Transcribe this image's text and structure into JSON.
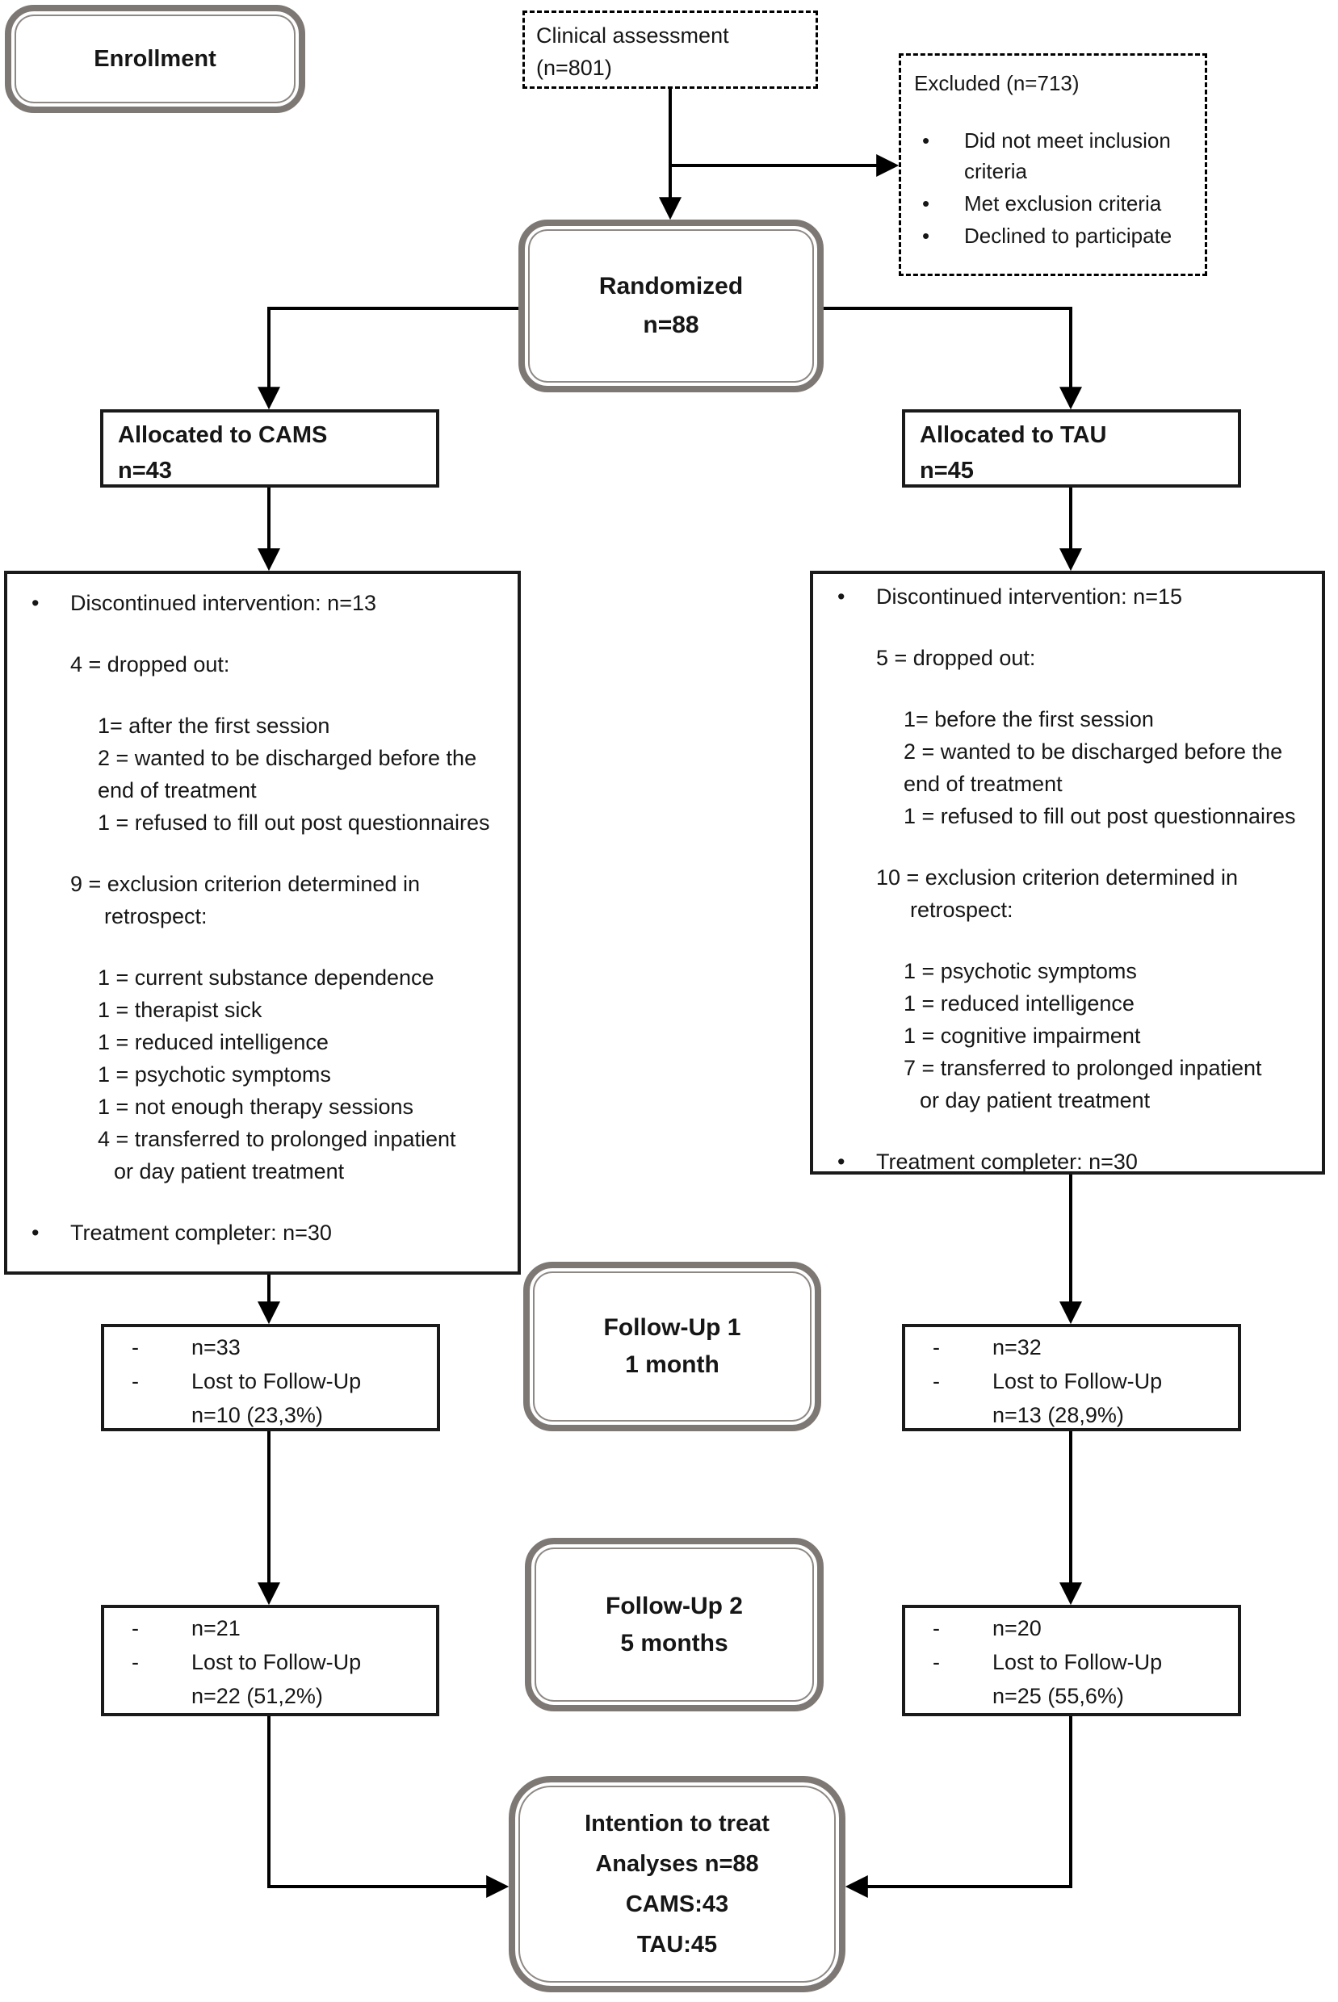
{
  "palette": {
    "connector_line": "#000000",
    "solid_box_border": "#1a1a1a",
    "dashed_box_border": "#000000",
    "rounded_box_border": "#7d7874",
    "background": "#ffffff",
    "text": "#161616"
  },
  "enrollment": {
    "label": "Enrollment"
  },
  "clinical_assessment": {
    "lines": [
      "Clinical assessment",
      "(n=801)"
    ]
  },
  "excluded": {
    "title": "Excluded (n=713)",
    "items": [
      [
        "Did not meet inclusion",
        "criteria"
      ],
      [
        "Met exclusion criteria"
      ],
      [
        "Declined to participate"
      ]
    ]
  },
  "randomized": {
    "lines": [
      "Randomized",
      "n=88"
    ]
  },
  "allocated_cams": {
    "lines": [
      "Allocated to CAMS",
      "n=43"
    ]
  },
  "allocated_tau": {
    "lines": [
      "Allocated to TAU",
      "n=45"
    ]
  },
  "discontinued_cams": {
    "rows": [
      {
        "b": 1,
        "i": 0,
        "t": "Discontinued intervention: n=13"
      },
      {
        "g": 1
      },
      {
        "i": 1,
        "t": "4 = dropped out:"
      },
      {
        "g": 1
      },
      {
        "i": 2,
        "t": "1= after the first session"
      },
      {
        "i": 2,
        "t": "2 = wanted to be discharged before the"
      },
      {
        "i": 2,
        "t": "end of treatment"
      },
      {
        "i": 2,
        "t": "1 = refused to fill out post questionnaires"
      },
      {
        "g": 1
      },
      {
        "i": 1,
        "t": "9 = exclusion criterion determined in"
      },
      {
        "i": 1.5,
        "t": "retrospect:"
      },
      {
        "g": 1
      },
      {
        "i": 2,
        "t": "1 = current substance dependence"
      },
      {
        "i": 2,
        "t": "1 = therapist sick"
      },
      {
        "i": 2,
        "t": "1 = reduced intelligence"
      },
      {
        "i": 2,
        "t": "1 = psychotic symptoms"
      },
      {
        "i": 2,
        "t": "1 = not enough therapy sessions"
      },
      {
        "i": 2,
        "t": "4 = transferred to prolonged inpatient"
      },
      {
        "i": 2.5,
        "t": "or day patient treatment"
      },
      {
        "g": 1
      },
      {
        "b": 1,
        "i": 0,
        "t": "Treatment completer: n=30"
      }
    ]
  },
  "discontinued_tau": {
    "rows": [
      {
        "b": 1,
        "i": 0,
        "t": "Discontinued intervention: n=15"
      },
      {
        "g": 1
      },
      {
        "i": 1,
        "t": "5 = dropped out:"
      },
      {
        "g": 1
      },
      {
        "i": 2,
        "t": "1= before the first session"
      },
      {
        "i": 2,
        "t": "2 = wanted to be discharged before the"
      },
      {
        "i": 2,
        "t": "end of treatment"
      },
      {
        "i": 2,
        "t": "1 = refused to fill out post questionnaires"
      },
      {
        "g": 1
      },
      {
        "i": 1,
        "t": "10 = exclusion criterion determined in"
      },
      {
        "i": 1.5,
        "t": "retrospect:"
      },
      {
        "g": 1
      },
      {
        "i": 2,
        "t": "1 = psychotic symptoms"
      },
      {
        "i": 2,
        "t": "1 = reduced intelligence"
      },
      {
        "i": 2,
        "t": "1 = cognitive impairment"
      },
      {
        "i": 2,
        "t": "7 = transferred to prolonged inpatient"
      },
      {
        "i": 2.5,
        "t": "or day patient treatment"
      },
      {
        "g": 1
      },
      {
        "b": 1,
        "i": 0,
        "t": "Treatment completer: n=30"
      }
    ]
  },
  "followup1": {
    "label_lines": [
      "Follow-Up 1",
      "1 month"
    ],
    "cams": {
      "rows": [
        {
          "d": 1,
          "t": "n=33"
        },
        {
          "d": 1,
          "t": "Lost to Follow-Up"
        },
        {
          "d": 0,
          "t": "n=10 (23,3%)"
        }
      ]
    },
    "tau": {
      "rows": [
        {
          "d": 1,
          "t": "n=32"
        },
        {
          "d": 1,
          "t": "Lost to Follow-Up"
        },
        {
          "d": 0,
          "t": "n=13 (28,9%)"
        }
      ]
    }
  },
  "followup2": {
    "label_lines": [
      "Follow-Up 2",
      "5 months"
    ],
    "cams": {
      "rows": [
        {
          "d": 1,
          "t": "n=21"
        },
        {
          "d": 1,
          "t": "Lost to Follow-Up"
        },
        {
          "d": 0,
          "t": "n=22 (51,2%)"
        }
      ]
    },
    "tau": {
      "rows": [
        {
          "d": 1,
          "t": "n=20"
        },
        {
          "d": 1,
          "t": "Lost to Follow-Up"
        },
        {
          "d": 0,
          "t": "n=25 (55,6%)"
        }
      ]
    }
  },
  "itt": {
    "lines": [
      "Intention to treat",
      "Analyses n=88",
      "CAMS:43",
      "TAU:45"
    ]
  }
}
